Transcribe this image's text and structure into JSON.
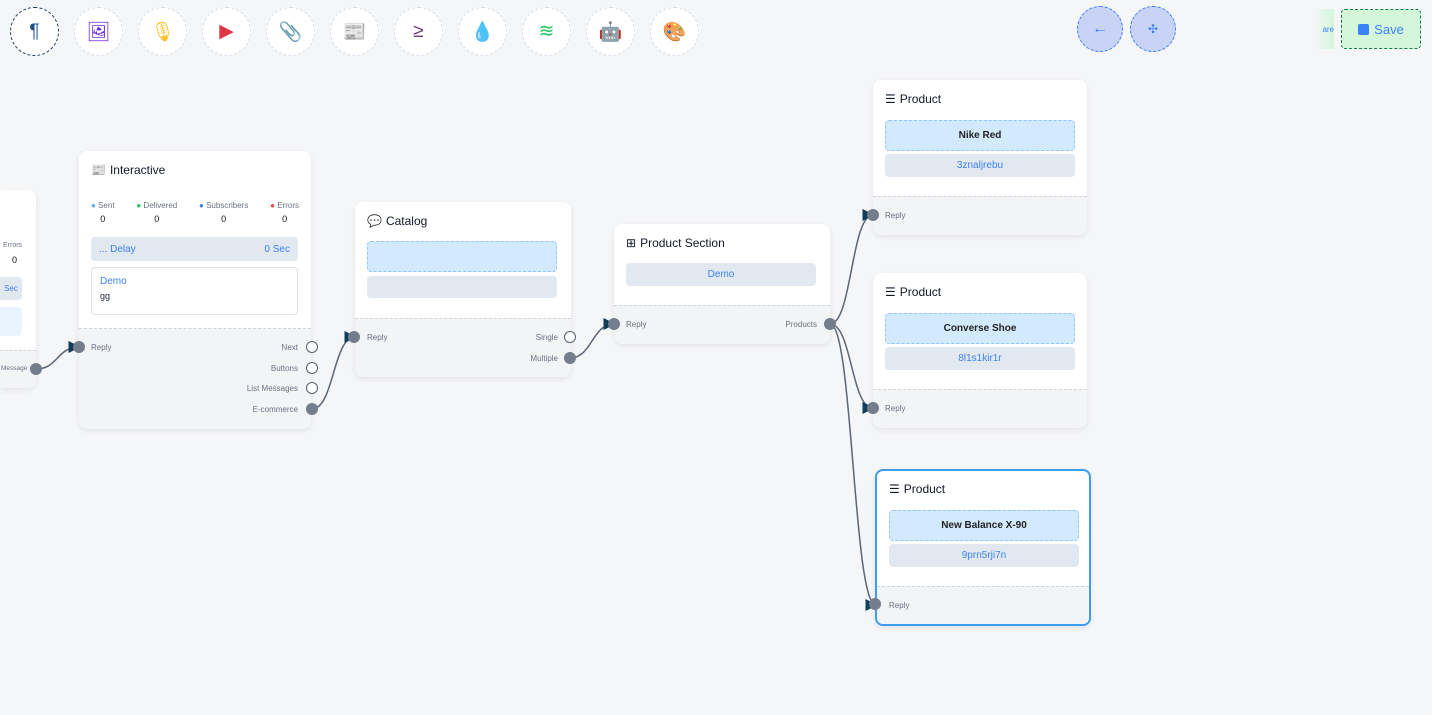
{
  "toolbar": {
    "items": [
      {
        "icon": "paragraph-icon",
        "glyph": "¶",
        "color": "#1e4f8a"
      },
      {
        "icon": "image-icon",
        "glyph": "🖼",
        "color": "#6d28d9"
      },
      {
        "icon": "microphone-icon",
        "glyph": "🎙",
        "color": "#fbbf24"
      },
      {
        "icon": "youtube-icon",
        "glyph": "▶",
        "color": "#dc3545"
      },
      {
        "icon": "paperclip-icon",
        "glyph": "📎",
        "color": "#16a34a"
      },
      {
        "icon": "newspaper-icon",
        "glyph": "📰",
        "color": "#f87171"
      },
      {
        "icon": "greater-equal-icon",
        "glyph": "≥",
        "color": "#6b3d7a"
      },
      {
        "icon": "droplet-icon",
        "glyph": "💧",
        "color": "#c8102e"
      },
      {
        "icon": "stack-icon",
        "glyph": "≋",
        "color": "#22c55e"
      },
      {
        "icon": "robot-icon",
        "glyph": "🤖",
        "color": "#1d1dd8"
      },
      {
        "icon": "palette-icon",
        "glyph": "🎨",
        "color": "#22c55e"
      }
    ]
  },
  "actions": {
    "back_icon": "arrow-left-icon",
    "collapse_icon": "compress-icon",
    "ghost_label": "are",
    "save_label": "Save",
    "save_icon": "floppy-disk-icon"
  },
  "partial_node": {
    "errors_label": "Errors",
    "errors_value": "0",
    "sec_label": "Sec",
    "output_label": "Message"
  },
  "interactive": {
    "title": "Interactive",
    "stats": [
      {
        "label": "Sent",
        "value": "0",
        "color": "#60a5fa"
      },
      {
        "label": "Delivered",
        "value": "0",
        "color": "#22c55e"
      },
      {
        "label": "Subscribers",
        "value": "0",
        "color": "#3b82f6"
      },
      {
        "label": "Errors",
        "value": "0",
        "color": "#ef4444"
      }
    ],
    "delay_label": "... Delay",
    "delay_value": "0 Sec",
    "card_title": "Demo",
    "card_body": "gg",
    "input_label": "Reply",
    "outputs": [
      "Next",
      "Buttons",
      "List Messages",
      "E-commerce"
    ]
  },
  "catalog": {
    "title": "Catalog",
    "input_label": "Reply",
    "outputs": [
      "Single",
      "Multiple"
    ]
  },
  "product_section": {
    "title": "Product Section",
    "item": "Demo",
    "input_label": "Reply",
    "output_label": "Products"
  },
  "products": [
    {
      "title": "Product",
      "name": "Nike Red",
      "code": "3znaljrebu",
      "input_label": "Reply"
    },
    {
      "title": "Product",
      "name": "Converse Shoe",
      "code": "8l1s1kir1r",
      "input_label": "Reply"
    },
    {
      "title": "Product",
      "name": "New Balance X-90",
      "code": "9prn5rji7n",
      "input_label": "Reply"
    }
  ]
}
